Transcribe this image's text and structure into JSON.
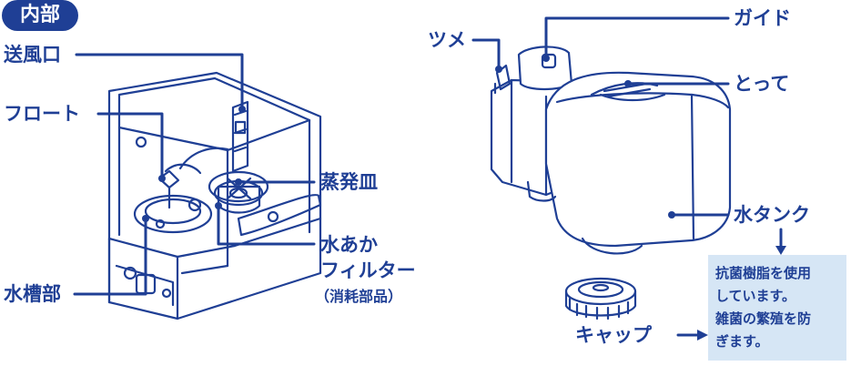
{
  "section_badge": "内部",
  "labels": {
    "air_outlet": "送風口",
    "float": "フロート",
    "water_tank_part": "水槽部",
    "evaporator_dish": "蒸発皿",
    "scale_filter_line1": "水あか",
    "scale_filter_line2": "フィルター",
    "consumable_note": "（消耗部品）",
    "claw": "ツメ",
    "guide": "ガイド",
    "handle": "とって",
    "water_tank": "水タンク",
    "cap": "キャップ"
  },
  "note_lines": [
    "抗菌樹脂を使用",
    "しています。",
    "雑菌の繁殖を防",
    "ぎます。"
  ],
  "colors": {
    "label": "#1f3f95",
    "outline": "#1f3f95",
    "note_bg": "#d6e6f5"
  }
}
